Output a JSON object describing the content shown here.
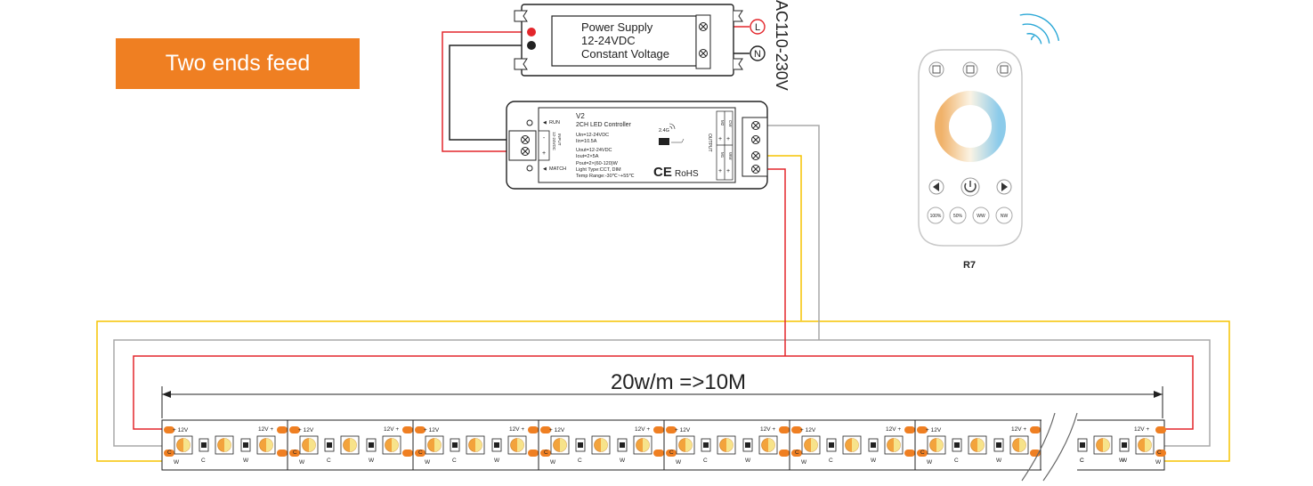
{
  "banner": {
    "label": "Two ends feed"
  },
  "power_supply": {
    "lines": [
      "Power Supply",
      "12-24VDC",
      "Constant Voltage"
    ]
  },
  "mains": {
    "label": "AC110-230V",
    "l_mark": "L",
    "n_mark": "N"
  },
  "controller": {
    "model": "V2",
    "name": "2CH LED Controller",
    "specs": [
      "Uin=12-24VDC",
      "Iin=10.5A",
      "Uout=12-24VDC",
      "Iout=2×5A",
      "Pout=2×(60-120)W",
      "Light Type:CCT, DIM",
      "Temp Range:-30℃~+55℃"
    ],
    "run": "RUN",
    "match": "MATCH",
    "input_label": "INPUT",
    "input_voltage": "12-24VDC",
    "output_label": "OUTPUT",
    "rf": "2.4G",
    "cert_ce": "CE",
    "cert_rohs": "RoHS",
    "terminal_marks": [
      "+",
      "-"
    ],
    "ch_labels": [
      "CW",
      "WW",
      "M2",
      "M1"
    ]
  },
  "remote": {
    "model": "R7",
    "buttons": [
      "100%",
      "50%",
      "WW",
      "NW"
    ]
  },
  "strip": {
    "spec": "20w/m =>10M",
    "plus_label": "+ 12V",
    "plus_label_right": "12V +",
    "c_label": "C",
    "w_label": "W",
    "segments": 8
  },
  "colors": {
    "orange": "#ef7f22",
    "wire_red": "#e3262b",
    "wire_yellow": "#f5c400",
    "wire_gray": "#a8a8a8",
    "remote_teal": "#2e8fa8"
  }
}
